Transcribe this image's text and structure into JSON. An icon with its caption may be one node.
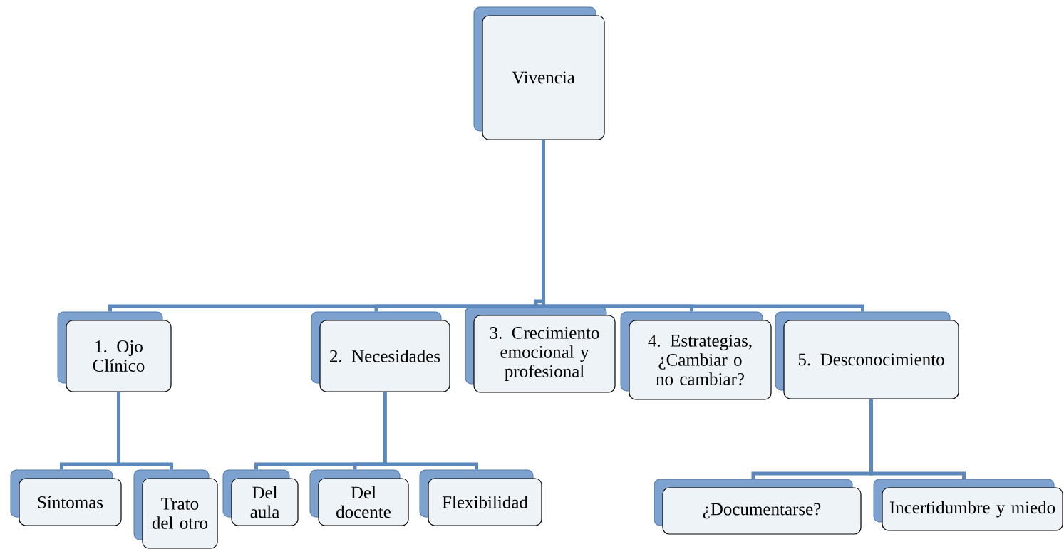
{
  "diagram": {
    "nodes": [
      {
        "text": [
          "Vivencia"
        ]
      },
      {
        "text": [
          "1. Ojo Clínico"
        ]
      },
      {
        "text": [
          "2. Necesidades"
        ]
      },
      {
        "text": [
          "3. Crecimiento emocional y profesional"
        ]
      },
      {
        "text": [
          "4. Estrategias, ¿Cambiar o no cambiar?"
        ]
      },
      {
        "text": [
          "5. Desconocimiento"
        ]
      },
      {
        "text": [
          "Síntomas"
        ]
      },
      {
        "text": [
          "Trato del otro"
        ]
      },
      {
        "text": [
          "Del aula"
        ]
      },
      {
        "text": [
          "Del docente"
        ]
      },
      {
        "text": [
          "Flexibilidad"
        ]
      },
      {
        "text": [
          "¿Documentarse?"
        ]
      },
      {
        "text": [
          "Incertidumbre y miedo"
        ]
      }
    ],
    "edges": [
      {
        "from": 0,
        "to": 1,
        "arrow": "none"
      },
      {
        "from": 0,
        "to": 2,
        "arrow": "none"
      },
      {
        "from": 0,
        "to": 3,
        "arrow": "none"
      },
      {
        "from": 0,
        "to": 4,
        "arrow": "none"
      },
      {
        "from": 0,
        "to": 5,
        "arrow": "none"
      },
      {
        "from": 1,
        "to": 6,
        "arrow": "none"
      },
      {
        "from": 1,
        "to": 7,
        "arrow": "none"
      },
      {
        "from": 2,
        "to": 8,
        "arrow": "none"
      },
      {
        "from": 2,
        "to": 9,
        "arrow": "none"
      },
      {
        "from": 2,
        "to": 10,
        "arrow": "none"
      },
      {
        "from": 5,
        "to": 11,
        "arrow": "none"
      },
      {
        "from": 5,
        "to": 12,
        "arrow": "none"
      }
    ]
  }
}
